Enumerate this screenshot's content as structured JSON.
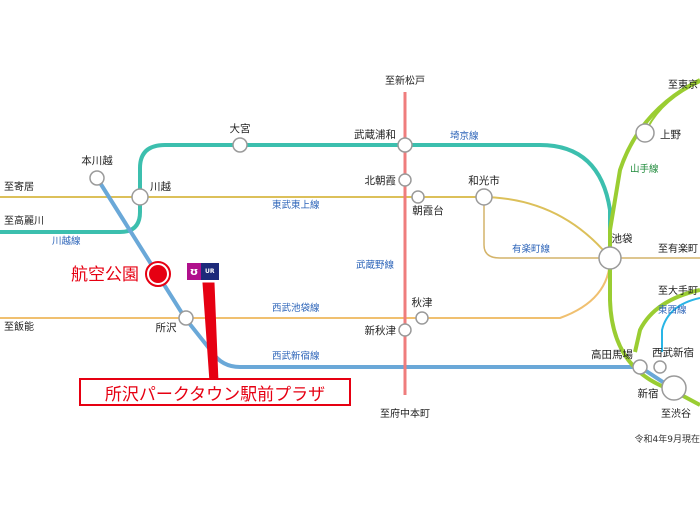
{
  "stations": {
    "omiya": "大宮",
    "musashi_urawa": "武蔵浦和",
    "ueno": "上野",
    "hon_kawagoe": "本川越",
    "kawagoe": "川越",
    "kita_asaka": "北朝霞",
    "wakoshi": "和光市",
    "asakadai": "朝霞台",
    "ikebukuro": "池袋",
    "kokuu_koen": "航空公園",
    "tokorozawa": "所沢",
    "akitsu": "秋津",
    "shin_akitsu": "新秋津",
    "takadanobaba": "高田馬場",
    "seibu_shinjuku": "西武新宿",
    "shinjuku": "新宿"
  },
  "directions": {
    "to_shin_matsudo": "至新松戸",
    "to_tokyo": "至東京",
    "to_yorii": "至寄居",
    "to_komagawa": "至高麗川",
    "to_yurakucho": "至有楽町",
    "to_hanno": "至飯能",
    "to_otemachi": "至大手町",
    "to_fuchu_hommachi": "至府中本町",
    "to_shibuya": "至渋谷"
  },
  "lines": {
    "saikyo": "埼京線",
    "yamanote": "山手線",
    "tobu_tojo": "東武東上線",
    "kawagoe": "川越線",
    "yurakucho": "有楽町線",
    "musashino": "武蔵野線",
    "seibu_ikebukuro": "西武池袋線",
    "seibu_shinjuku": "西武新宿線",
    "tozai": "東西線"
  },
  "plaza_name": "所沢パークタウン駅前プラザ",
  "logo_text": "UR",
  "note": "令和4年9月現在",
  "colors": {
    "kawagoe_line": "#3cbfae",
    "tojo_line": "#dcc05a",
    "ikebukuro_line": "#f0c070",
    "shinjuku_line": "#6aa8d8",
    "musashino_line": "#ef7d7d",
    "yamanote_line": "#9acd32",
    "yurakucho_line": "#d4b46a",
    "tozai_line": "#29b5e6",
    "highlight": "#e60012"
  }
}
